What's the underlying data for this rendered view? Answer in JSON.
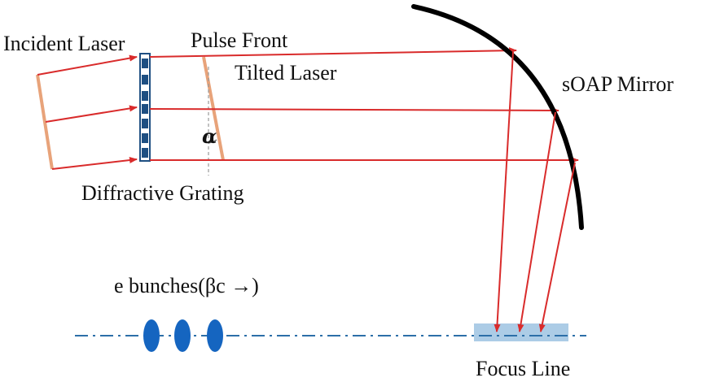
{
  "labels": {
    "incident_laser": "Incident Laser",
    "pulse_front": "Pulse Front",
    "tilted_laser": "Tilted Laser",
    "soap_mirror": "sOAP Mirror",
    "diffractive_grating": "Diffractive Grating",
    "alpha": "α",
    "e_bunches": "e bunches(βc →)",
    "focus_line": "Focus Line"
  },
  "colors": {
    "laser_ray": "#d92b2b",
    "pulse_front": "#e8a37a",
    "grating": "#1e4f82",
    "mirror": "#000000",
    "electron_bunch": "#1565c0",
    "axis_line": "#2c6fa8",
    "focus_region": "#9ec3e2"
  }
}
